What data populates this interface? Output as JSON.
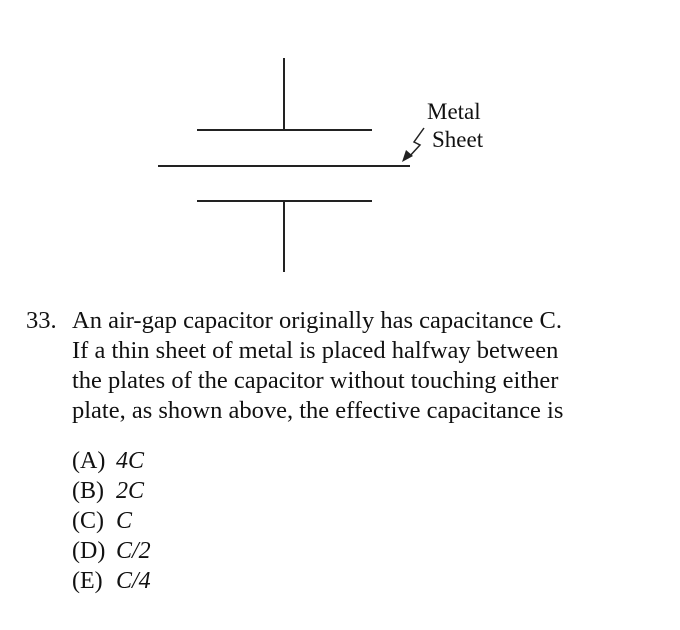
{
  "figure": {
    "label_line1": "Metal",
    "label_line2": "Sheet"
  },
  "question": {
    "number": "33.",
    "stem_lines": [
      "An air-gap capacitor originally has capacitance C.",
      "If a thin sheet of metal is placed halfway between",
      "the plates of the capacitor without touching either",
      "plate, as shown above, the effective capacitance is"
    ],
    "options": [
      {
        "letter": "(A)",
        "text": "4C"
      },
      {
        "letter": "(B)",
        "text": "2C"
      },
      {
        "letter": "(C)",
        "text": "C"
      },
      {
        "letter": "(D)",
        "text": "C/2"
      },
      {
        "letter": "(E)",
        "text": "C/4"
      }
    ]
  }
}
